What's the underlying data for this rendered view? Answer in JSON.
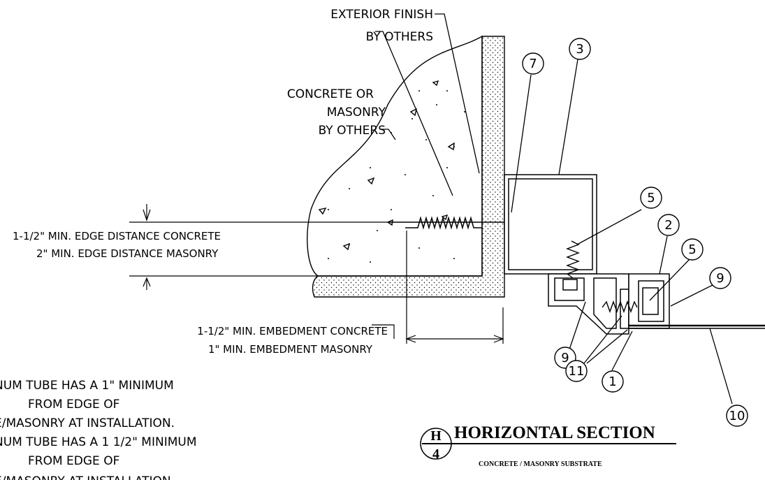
{
  "labels": {
    "exterior_finish_line1": "EXTERIOR FINISH",
    "exterior_finish_line2": "BY OTHERS",
    "concrete_line1": "CONCRETE OR",
    "concrete_line2": "MASONRY",
    "concrete_line3": "BY OTHERS",
    "edge_distance_line1": "1-1/2\" MIN. EDGE DISTANCE CONCRETE",
    "edge_distance_line2": "2\" MIN. EDGE DISTANCE MASONRY",
    "embedment_line1": "1-1/2\" MIN. EMBEDMENT CONCRETE",
    "embedment_line2": "1\" MIN. EMBEDMENT MASONRY"
  },
  "callouts": [
    "3",
    "7",
    "5",
    "2",
    "5",
    "9",
    "9",
    "11",
    "1",
    "10"
  ],
  "notes": [
    "NUM TUBE HAS A 1\" MINIMUM",
    "FROM EDGE OF",
    "E/MASONRY AT INSTALLATION.",
    "NUM TUBE HAS A 1 1/2\" MINIMUM",
    "FROM EDGE OF",
    "E/MASONRY AT INSTALLATION."
  ],
  "title_block": {
    "detail_letter": "H",
    "sheet_number": "4",
    "title": "HORIZONTAL SECTION",
    "subtitle": "CONCRETE / MASONRY SUBSTRATE"
  }
}
